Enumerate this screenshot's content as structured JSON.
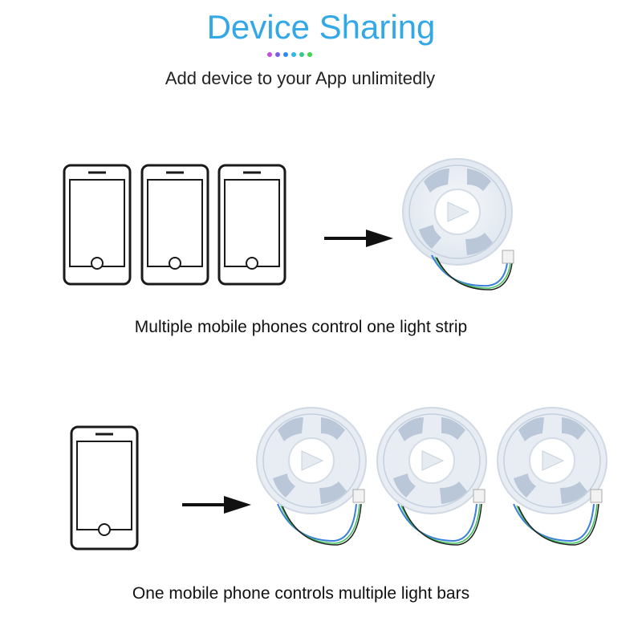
{
  "header": {
    "title": "Device Sharing",
    "subtitle": "Add device to your App unlimitedly",
    "dot_colors": [
      "#c94de0",
      "#7b5cf0",
      "#2d8cf0",
      "#2fb8e8",
      "#36c98a",
      "#3fd84a"
    ]
  },
  "section_1": {
    "caption": "Multiple mobile phones control one light strip",
    "phone_count": 3,
    "reel_count": 1
  },
  "section_2": {
    "caption": "One mobile phone controls multiple light bars",
    "phone_count": 1,
    "reel_count": 3
  },
  "icons": {
    "phone": "smartphone-icon",
    "arrow": "arrow-right-icon",
    "reel": "led-strip-reel-icon"
  },
  "colors": {
    "title": "#33a8e6",
    "phone_outline": "#1a1a1a",
    "reel_body": "#e9eef5",
    "reel_strip": "#b7c6d8",
    "cable_blue": "#3a7fd8"
  }
}
